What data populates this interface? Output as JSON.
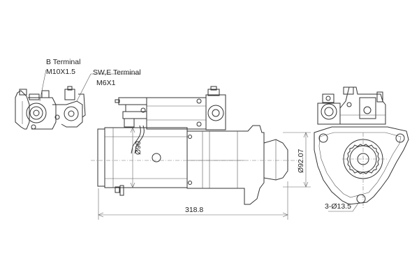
{
  "labels": {
    "b_terminal": "B Terminal",
    "b_thread": "M10X1.5",
    "swe_terminal": "SW,E Terminal",
    "swe_thread": "M6X1",
    "diameter_90": "Ø90",
    "diameter_92": "Ø92.07",
    "length": "318.8",
    "holes": "3-Ø13.5"
  }
}
